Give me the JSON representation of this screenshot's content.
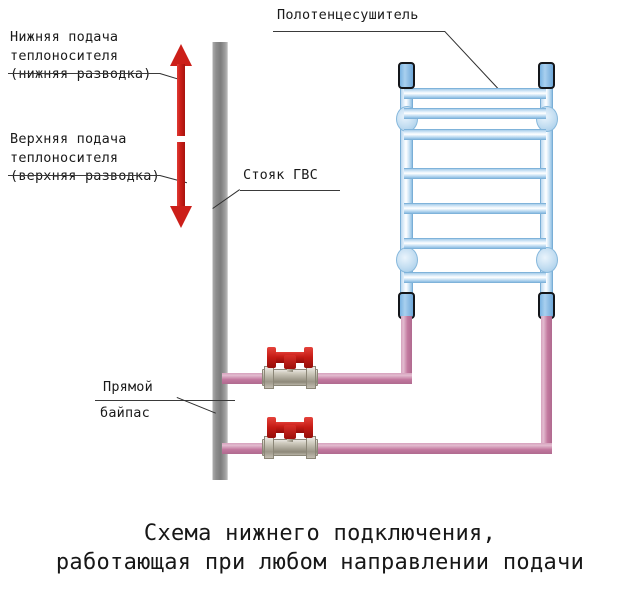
{
  "diagram": {
    "caption": {
      "line1": "Схема нижнего подключения,",
      "line2": "работающая при любом направлении подачи"
    },
    "labels": {
      "bottom_supply": {
        "line1": "Нижняя подача",
        "line2": "теплоносителя",
        "line3": "(нижняя разводка)"
      },
      "top_supply": {
        "line1": "Верхняя подача",
        "line2": "теплоносителя",
        "line3": "(верхняя разводка)"
      },
      "riser": "Стояк ГВС",
      "towel_rail": "Полотенцесушитель",
      "bypass": {
        "line1": "Прямой",
        "line2": "байпас"
      }
    },
    "icons": {
      "arrow_up": "arrow-up-icon",
      "arrow_down": "arrow-down-icon",
      "valve_upper": "ball-valve-icon",
      "valve_lower": "ball-valve-icon"
    },
    "colors": {
      "arrow_red": "#cc1f19",
      "riser_grey": "#8e8e8e",
      "pipe_pink": "#c2789e",
      "rail_blue": "#a7cdea",
      "connector_blue": "#79b3e2",
      "valve_handle_red": "#c41a14",
      "text": "#1a1a1a"
    },
    "rail": {
      "rung_count": 7,
      "connector_count": 4
    }
  }
}
